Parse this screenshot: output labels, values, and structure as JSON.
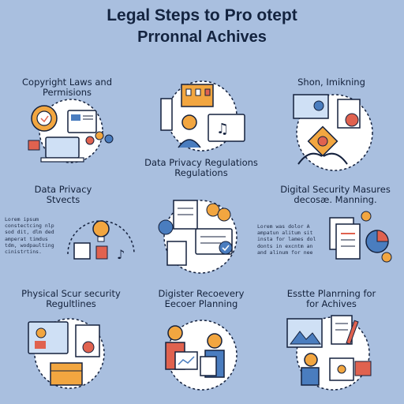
{
  "title": {
    "line1": "Legal Steps to Pro otept",
    "line2": "Prronnal Achives"
  },
  "panels": [
    {
      "label1": "Copyright Laws and",
      "label2": "Permisions"
    },
    {
      "label1": "Data Privacy Regulations",
      "label2": "Regulations"
    },
    {
      "label1": "Shon, Imikning",
      "label2": ""
    },
    {
      "label1": "Data Privacy",
      "label2": "Stvects"
    },
    {
      "label1": "",
      "label2": ""
    },
    {
      "label1": "Digital Security Masures",
      "label2": "decosæ. Manning."
    },
    {
      "label1": "Physical Scur security",
      "label2": "Regultlines"
    },
    {
      "label1": "Digister Recoevery",
      "label2": "Eecoer Planning"
    },
    {
      "label1": "Esstte Planrning for",
      "label2": "for Achives"
    }
  ],
  "lorem_left": [
    "Lorem ipsum",
    "constectcing nlp",
    "sod dit, dlm ded",
    "amperat timdus",
    "tdm, wodpaulting",
    "cinistrtins."
  ],
  "lorem_right": [
    "Lorem was dolor A",
    "ampatun alitum sit",
    "insta for lames dol",
    "donts in excntm an",
    "and alinum for nee"
  ],
  "colors": {
    "background": "#a9bfdf",
    "ink": "#14213d",
    "orange": "#f2a640",
    "red": "#e0624f",
    "blue": "#4a7dbf"
  }
}
